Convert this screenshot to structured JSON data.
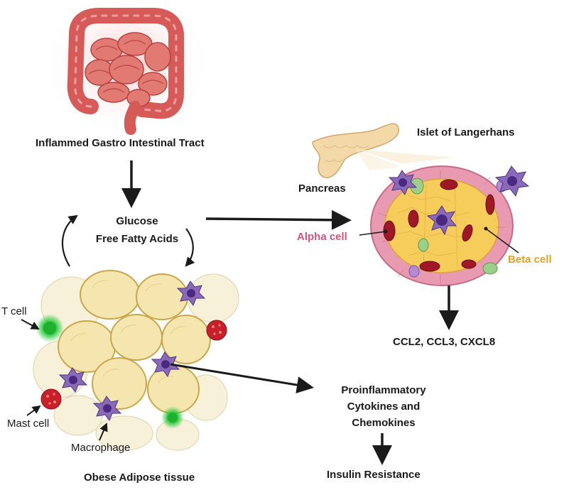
{
  "diagram": {
    "gi_label": "Inflammed Gastro Intestinal Tract",
    "glucose_label": "Glucose",
    "ffa_label": "Free Fatty Acids",
    "islet_label": "Islet of Langerhans",
    "pancreas_label": "Pancreas",
    "alpha_cell_label": "Alpha cell",
    "beta_cell_label": "Beta cell",
    "ccl_label": "CCL2, CCL3, CXCL8",
    "t_cell_label": "T cell",
    "mast_cell_label": "Mast cell",
    "macrophage_label": "Macrophage",
    "adipose_label": "Obese Adipose tissue",
    "cytokines_line1": "Proinflammatory",
    "cytokines_line2": "Cytokines and",
    "cytokines_line3": "Chemokines",
    "insulin_label": "Insulin Resistance"
  },
  "colors": {
    "alpha_text": "#d4547c",
    "beta_text": "#e0a020",
    "intestine": "#d9605c",
    "adipocyte": "#f5e6b0",
    "macrophage": "#6a4a9a",
    "t_cell": "#2ecc40",
    "mast_cell": "#c8202a",
    "islet_pink": "#e89ab0",
    "islet_yellow": "#f6cc5a"
  }
}
